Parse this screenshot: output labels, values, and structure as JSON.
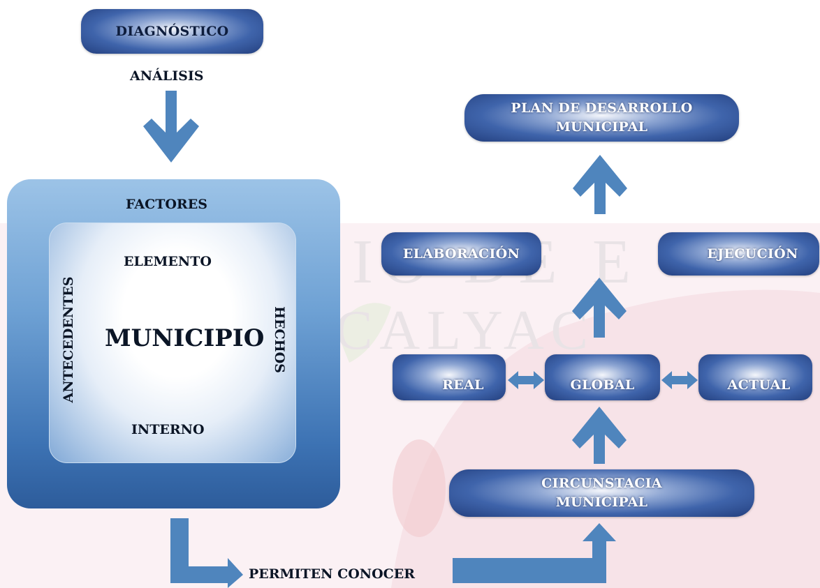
{
  "diagram": {
    "diagnostico": "DIAGNÓSTICO",
    "analisis": "ANÁLISIS",
    "factores": "FACTORES",
    "elemento": "ELEMENTO",
    "municipio": "MUNICIPIO",
    "antecedentes": "ANTECEDENTES",
    "hechos": "HECHOS",
    "interno": "INTERNO",
    "plan_line1": "PLAN DE DESARROLLO",
    "plan_line2": "MUNICIPAL",
    "elaboracion": "ELABORACIÓN",
    "ejecucion": "EJECUCIÓN",
    "real": "REAL",
    "global": "GLOBAL",
    "actual": "ACTUAL",
    "circunstancia_line1": "CIRCUNSTACIA",
    "circunstancia_line2": "MUNICIPAL",
    "permiten_conocer": "PERMITEN CONOCER"
  },
  "colors": {
    "arrow": "#4f85bd",
    "pill_dark": "#233f7e",
    "outer_box": "#6ea1d4"
  }
}
